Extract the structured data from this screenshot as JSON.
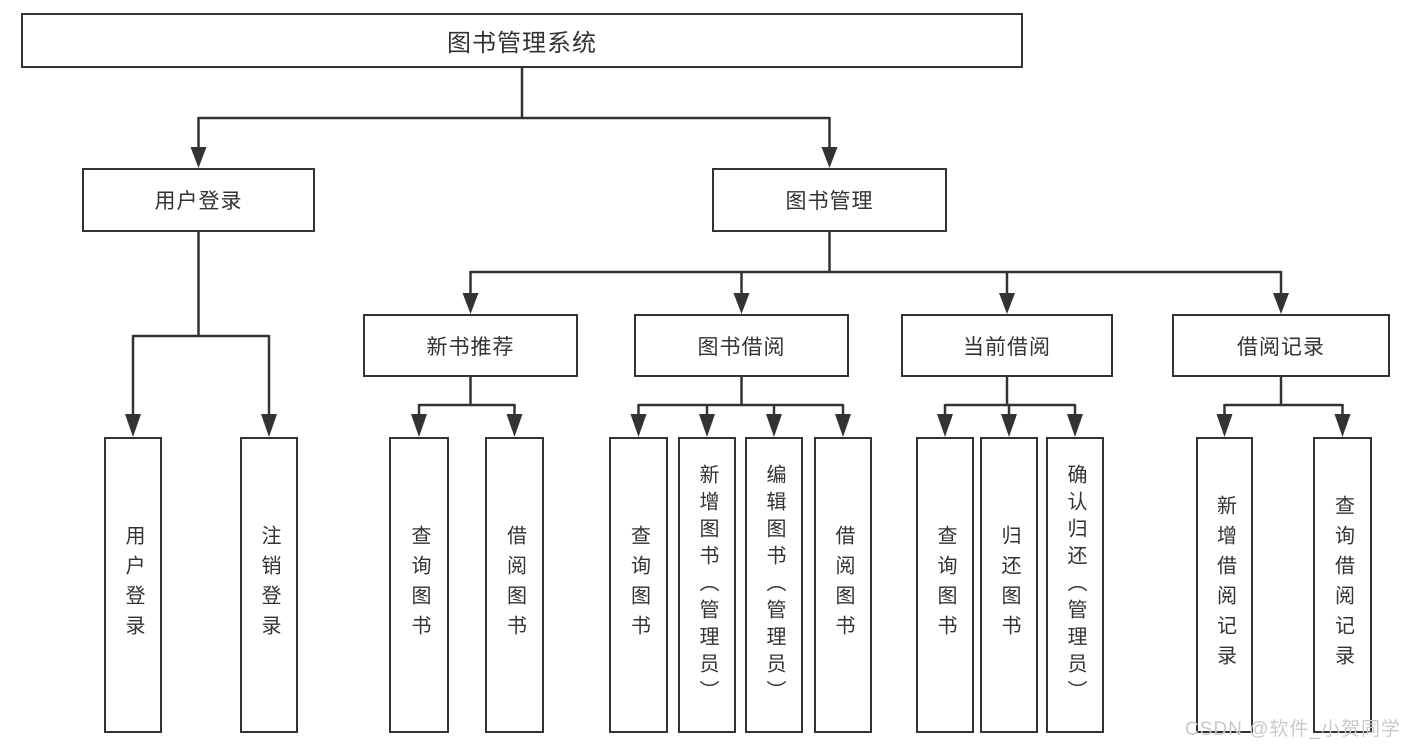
{
  "diagram": {
    "title_node": "图书管理系统",
    "branches": {
      "user_login": {
        "label": "用户登录",
        "children": {
          "login": "用户登录",
          "logout": "注销登录"
        }
      },
      "book_mgmt": {
        "label": "图书管理",
        "children": {
          "new_book_rec": {
            "label": "新书推荐",
            "children": {
              "query": "查询图书",
              "borrow": "借阅图书"
            }
          },
          "book_borrow": {
            "label": "图书借阅",
            "children": {
              "query": "查询图书",
              "add": "新增图书（管理员）",
              "edit": "编辑图书（管理员）",
              "borrow": "借阅图书"
            }
          },
          "current_borrow": {
            "label": "当前借阅",
            "children": {
              "query": "查询图书",
              "return": "归还图书",
              "confirm": "确认归还（管理员）"
            }
          },
          "borrow_records": {
            "label": "借阅记录",
            "children": {
              "add": "新增借阅记录",
              "query": "查询借阅记录"
            }
          }
        }
      }
    }
  },
  "watermark": {
    "text": "CSDN @软件_小贺同学"
  },
  "colors": {
    "line": "#333333",
    "box_border": "#333333",
    "text": "#333333",
    "watermark": "#c9c9c9",
    "background": "#ffffff"
  }
}
